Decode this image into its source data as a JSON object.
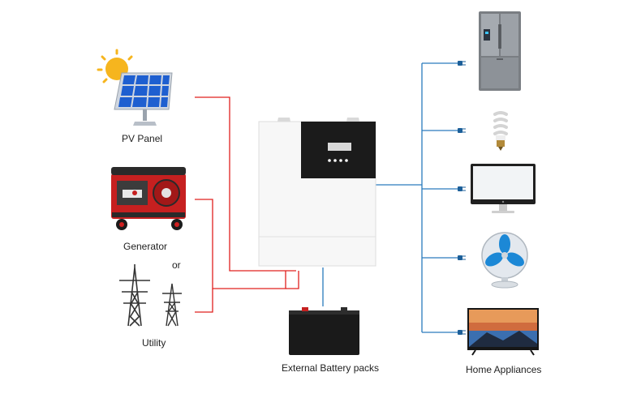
{
  "labels": {
    "pv_panel": "PV Panel",
    "generator": "Generator",
    "or": "or",
    "utility": "Utility",
    "battery": "External Battery packs",
    "home_appliances": "Home Appliances"
  },
  "icons": {
    "sun": "sun-icon",
    "solar_panel": "solar-panel-icon",
    "generator": "generator-icon",
    "pylon": "power-pylon-icon",
    "inverter": "inverter-icon",
    "battery": "battery-icon",
    "plug": "plug-icon",
    "fridge": "refrigerator-icon",
    "bulb": "light-bulb-icon",
    "monitor": "monitor-icon",
    "fan": "fan-icon",
    "tv": "tv-icon"
  },
  "colors": {
    "ac_line": "#e0201e",
    "load_line": "#2a7bbd",
    "panel_blue": "#1e5fd0",
    "sun": "#f6b51e",
    "generator_red": "#c62020"
  }
}
